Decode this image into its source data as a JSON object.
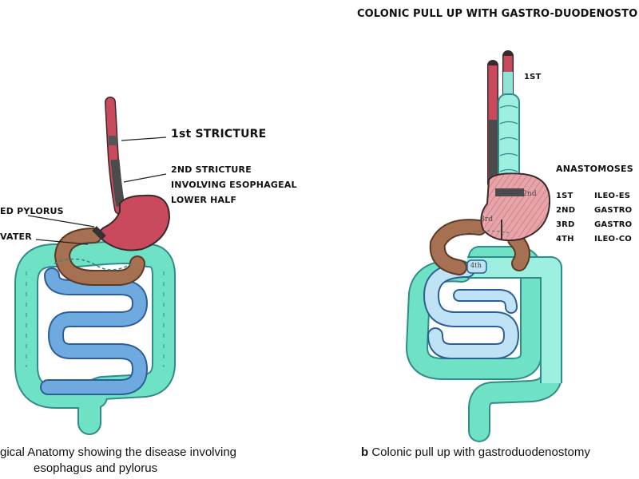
{
  "panel_b_title": "COLONIC PULL UP WITH GASTRO-DUODENOSTO",
  "panel_a": {
    "label_1st_stricture": "1st STRICTURE",
    "label_2nd_stricture": [
      "2ND STRICTURE",
      "INVOLVING ESOPHAGEAL",
      "LOWER HALF"
    ],
    "label_pylorus": "ED PYLORUS",
    "label_vater": "VATER",
    "caption_lines": [
      "gical Anatomy showing the disease involving",
      "esophagus and pylorus"
    ]
  },
  "panel_b": {
    "label_1st": "1ST",
    "anastomoses_title": "ANASTOMOSES",
    "anastomoses": [
      {
        "num": "1ST",
        "name": "ILEO-ES"
      },
      {
        "num": "2ND",
        "name": "GASTRO"
      },
      {
        "num": "3RD",
        "name": "GASTRO"
      },
      {
        "num": "4TH",
        "name": "ILEO-CO"
      }
    ],
    "inner_labels": [
      "2nd",
      "3rd",
      "4th"
    ],
    "caption_letter": "b",
    "caption_text": "Colonic pull up with gastroduodenostomy"
  }
}
